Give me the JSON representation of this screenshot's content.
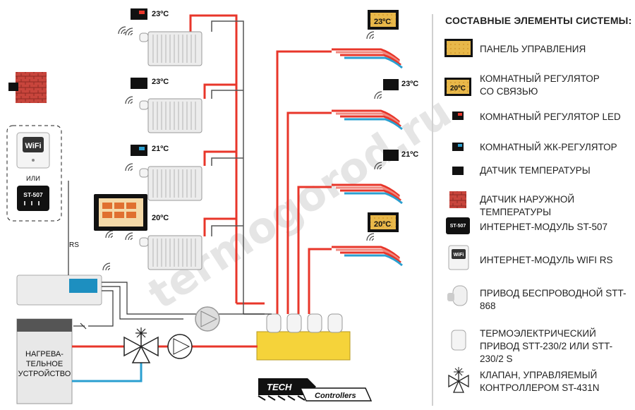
{
  "legend": {
    "title": "СОСТАВНЫЕ ЭЛЕМЕНТЫ СИСТЕМЫ:",
    "items": [
      {
        "label": "ПАНЕЛЬ УПРАВЛЕНИЯ",
        "icon": "control-panel-icon"
      },
      {
        "label": "КОМНАТНЫЙ РЕГУЛЯТОР СО СВЯЗЬЮ",
        "icon": "room-regulator-icon",
        "badge": "20ºC"
      },
      {
        "label": "КОМНАТНЫЙ РЕГУЛЯТОР LED",
        "icon": "room-regulator-led-icon"
      },
      {
        "label": "КОМНАТНЫЙ ЖК-РЕГУЛЯТОР",
        "icon": "room-lcd-regulator-icon"
      },
      {
        "label": "ДАТЧИК ТЕМПЕРАТУРЫ",
        "icon": "temperature-sensor-icon"
      },
      {
        "label": "ДАТЧИК НАРУЖНОЙ ТЕМПЕРАТУРЫ",
        "icon": "outdoor-sensor-icon"
      },
      {
        "label": "ИНТЕРНЕТ-МОДУЛЬ ST-507",
        "icon": "st507-module-icon",
        "badge": "ST-507"
      },
      {
        "label": "ИНТЕРНЕТ-МОДУЛЬ WIFI RS",
        "icon": "wifi-module-icon",
        "badge": "WiFi"
      },
      {
        "label": "ПРИВОД БЕСПРОВОДНОЙ STT-868",
        "icon": "wireless-actuator-icon"
      },
      {
        "label": "ТЕРМОЭЛЕКТРИЧЕСКИЙ ПРИВОД STT-230/2 ИЛИ STT-230/2 S",
        "icon": "thermoelectric-actuator-icon"
      },
      {
        "label": "КЛАПАН, УПРАВЛЯЕМЫЙ КОНТРОЛЛЕРОМ ST-431N",
        "icon": "valve-icon"
      }
    ]
  },
  "diagram": {
    "radiator_temps": [
      "23ºC",
      "23ºC",
      "21ºC",
      "20ºC"
    ],
    "floor_temps": [
      "23ºC",
      "23ºC",
      "21ºC",
      "20ºC"
    ],
    "wifi_label": "WiFi",
    "or_label": "ИЛИ",
    "st507_label": "ST-507",
    "rs_label": "RS",
    "heater_label_lines": [
      "НАГРЕВА-",
      "ТЕЛЬНОЕ",
      "УСТРОЙСТВО"
    ],
    "tech_brand": "TECH",
    "tech_tagline": "Controllers",
    "watermark": "termogorod.ru"
  },
  "colors": {
    "hot_pipe": "#e8362a",
    "cold_pipe": "#2a9fd0",
    "wire": "#333333",
    "manifold": "#f5d33a",
    "panel_gold": "#e8b84a",
    "brick": "#c8453c"
  }
}
